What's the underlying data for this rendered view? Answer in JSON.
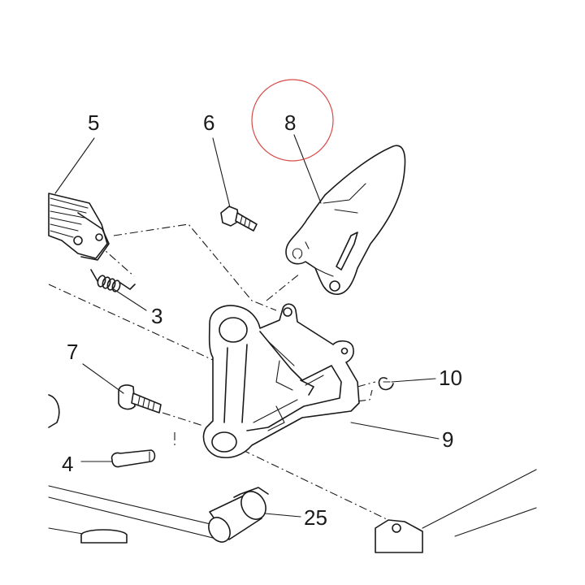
{
  "callouts": [
    {
      "id": "5",
      "label": "5"
    },
    {
      "id": "6",
      "label": "6"
    },
    {
      "id": "8",
      "label": "8"
    },
    {
      "id": "3",
      "label": "3"
    },
    {
      "id": "7",
      "label": "7"
    },
    {
      "id": "10",
      "label": "10"
    },
    {
      "id": "9",
      "label": "9"
    },
    {
      "id": "4",
      "label": "4"
    },
    {
      "id": "25",
      "label": "25"
    }
  ],
  "highlight": {
    "callout": "8",
    "color": "#d94a4a"
  }
}
